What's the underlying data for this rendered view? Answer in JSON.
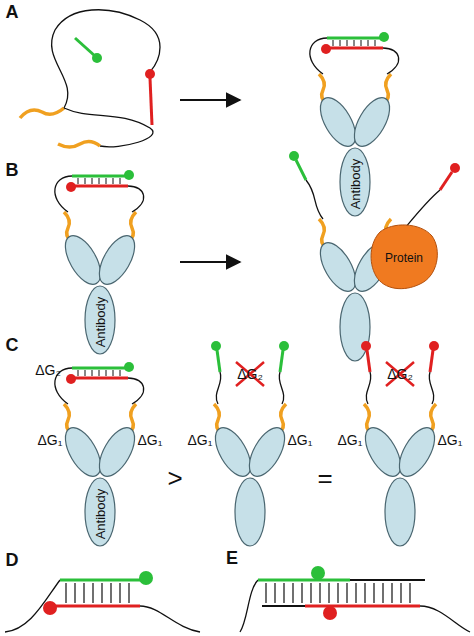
{
  "diagram": {
    "labels": [
      "A",
      "Antibody",
      "B",
      "Antibody",
      "Protein",
      "C",
      "ΔG₂",
      "ΔG₁",
      "ΔG₁",
      "Antibody",
      ">",
      "ΔG₂",
      "ΔG₁",
      "ΔG₁",
      "=",
      "ΔG₂",
      "ΔG₁",
      "ΔG₁",
      "D",
      "E"
    ]
  }
}
